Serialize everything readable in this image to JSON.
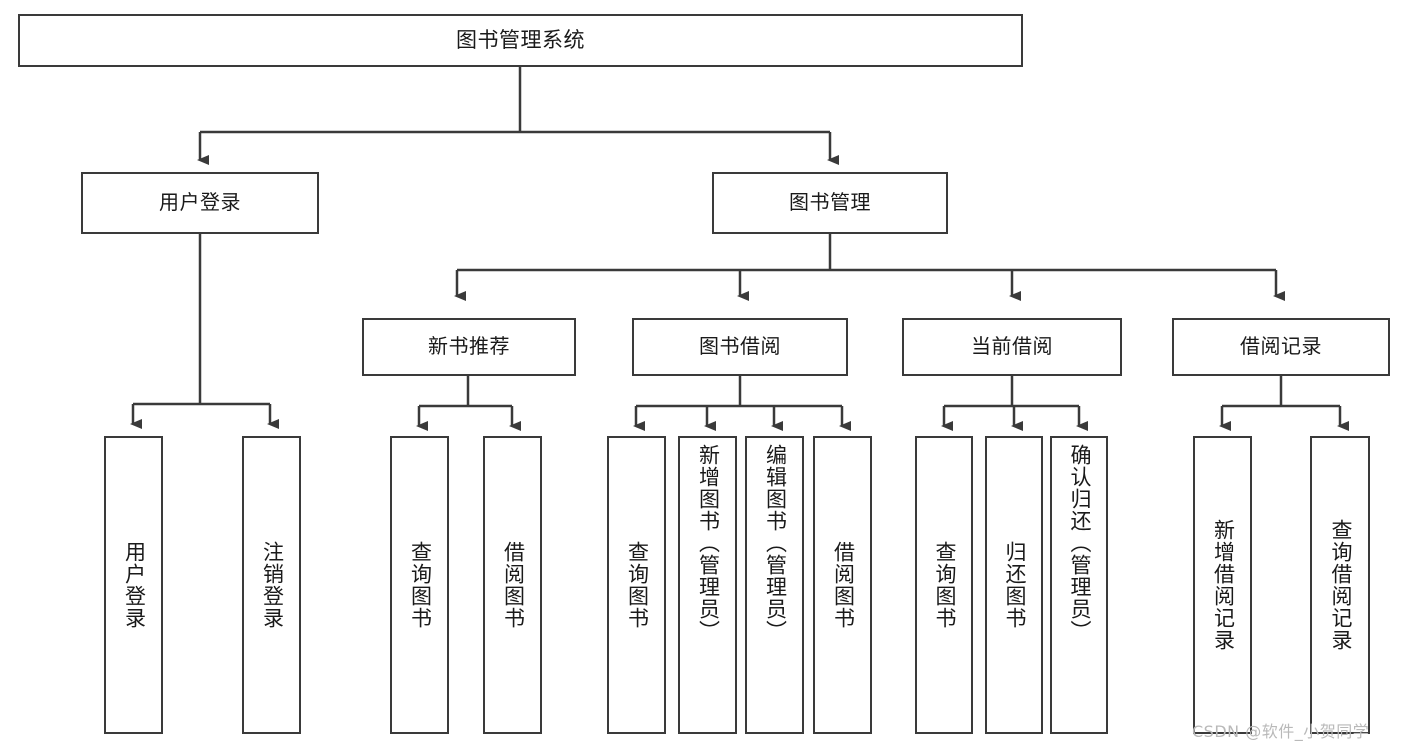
{
  "diagram": {
    "title": "图书管理系统",
    "type": "功能结构图",
    "watermark": "CSDN @软件_小贺同学",
    "colors": {
      "border": "#3a3a3a",
      "background": "#ffffff",
      "text": "#1a1a1a",
      "wire": "#3a3a3a",
      "watermark": "#b9b9b9"
    },
    "root": {
      "label": "图书管理系统"
    },
    "level1": [
      {
        "label": "用户登录"
      },
      {
        "label": "图书管理"
      }
    ],
    "level2": [
      {
        "label": "新书推荐"
      },
      {
        "label": "图书借阅"
      },
      {
        "label": "当前借阅"
      },
      {
        "label": "借阅记录"
      }
    ],
    "leaves": {
      "user_login": [
        {
          "label": "用户登录"
        },
        {
          "label": "注销登录"
        }
      ],
      "new_book_recommend": [
        {
          "label": "查询图书"
        },
        {
          "label": "借阅图书"
        }
      ],
      "book_borrow": [
        {
          "label": "查询图书"
        },
        {
          "label": "新增图书（管理员）"
        },
        {
          "label": "编辑图书（管理员）"
        },
        {
          "label": "借阅图书"
        }
      ],
      "current_borrow": [
        {
          "label": "查询图书"
        },
        {
          "label": "归还图书"
        },
        {
          "label": "确认归还（管理员）"
        }
      ],
      "borrow_record": [
        {
          "label": "新增借阅记录"
        },
        {
          "label": "查询借阅记录"
        }
      ]
    }
  }
}
